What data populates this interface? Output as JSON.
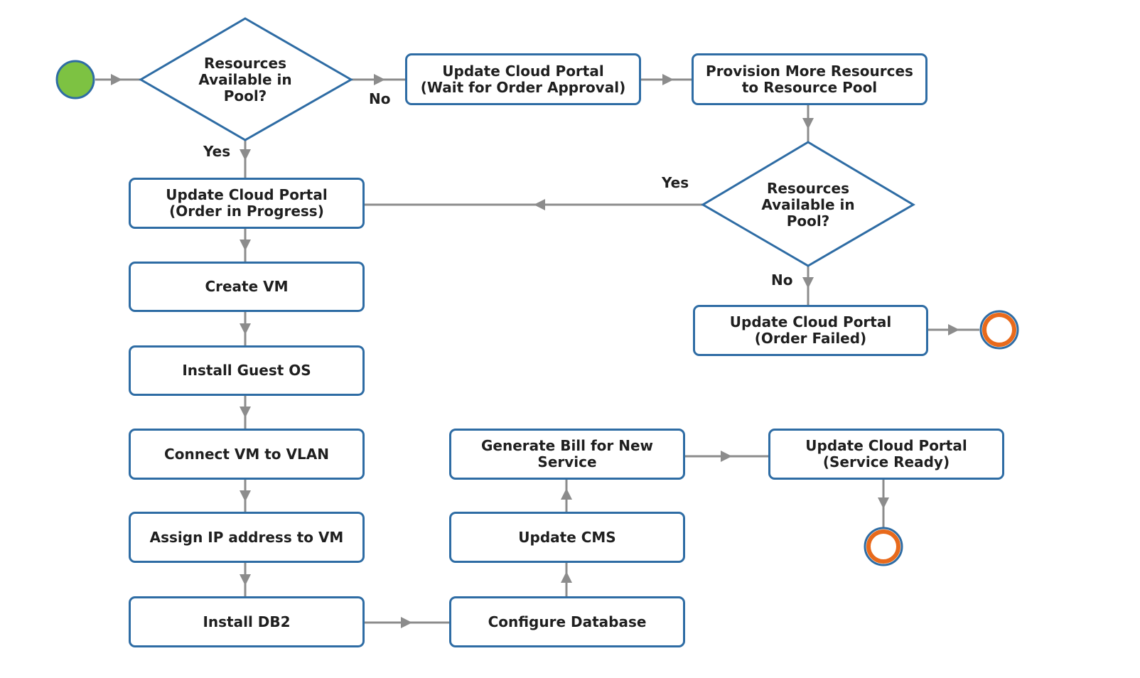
{
  "diagram": {
    "decisions": [
      {
        "text": "Resources\nAvailable in\nPool?"
      },
      {
        "text": "Resources\nAvailable in\nPool?"
      }
    ],
    "processes": {
      "update_wait": "Update Cloud Portal\n(Wait for Order Approval)",
      "provision": "Provision More Resources\nto Resource Pool",
      "update_progress": "Update Cloud Portal\n(Order in Progress)",
      "create_vm": "Create VM",
      "install_os": "Install Guest OS",
      "connect_vlan": "Connect VM to VLAN",
      "assign_ip": "Assign IP address to VM",
      "install_db2": "Install DB2",
      "configure_db": "Configure Database",
      "update_cms": "Update CMS",
      "generate_bill": "Generate Bill for New\nService",
      "update_ready": "Update Cloud Portal\n(Service Ready)",
      "update_failed": "Update Cloud Portal\n(Order Failed)"
    },
    "labels": {
      "no_1": "No",
      "yes_1": "Yes",
      "yes_2": "Yes",
      "no_2": "No"
    },
    "colors": {
      "box_border": "#2e6ca4",
      "connector": "#8c8c8c",
      "start_fill": "#7dc242",
      "end_ring": "#e86a1c",
      "end_outer": "#2e6ca4"
    }
  }
}
